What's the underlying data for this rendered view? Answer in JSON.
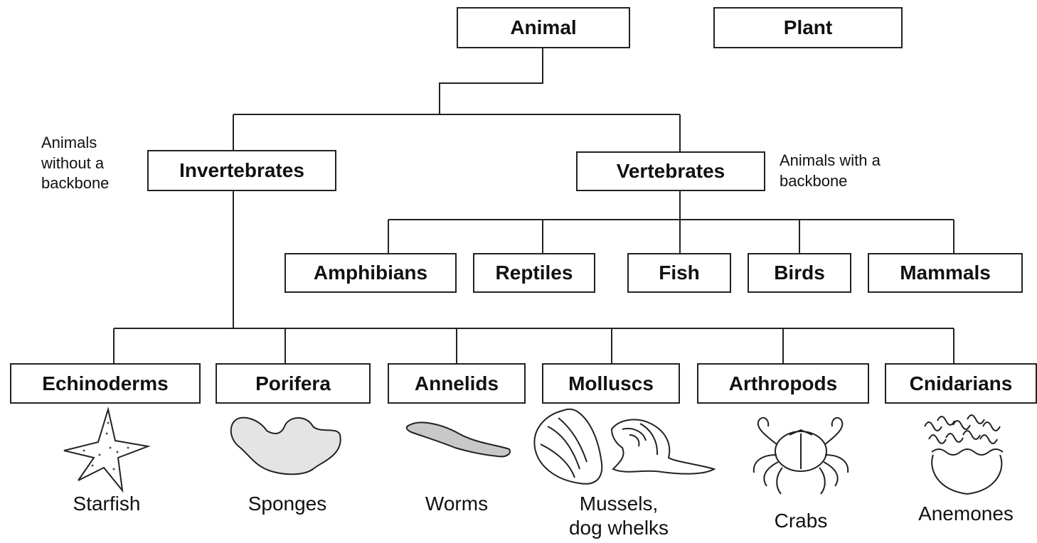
{
  "top": {
    "animal": "Animal",
    "plant": "Plant"
  },
  "level2": {
    "invertebrates": "Invertebrates",
    "vertebrates": "Vertebrates",
    "invertebrates_note": [
      "Animals",
      "without a",
      "backbone"
    ],
    "vertebrates_note": [
      "Animals with a",
      "backbone"
    ]
  },
  "vertebrate_groups": [
    "Amphibians",
    "Reptiles",
    "Fish",
    "Birds",
    "Mammals"
  ],
  "invertebrate_groups": [
    {
      "name": "Echinoderms",
      "example": "Starfish",
      "icon": "starfish-icon"
    },
    {
      "name": "Porifera",
      "example": "Sponges",
      "icon": "sponge-icon"
    },
    {
      "name": "Annelids",
      "example": "Worms",
      "icon": "worm-icon"
    },
    {
      "name": "Molluscs",
      "example": [
        "Mussels,",
        "dog whelks"
      ],
      "icon": "mussel-whelk-icon"
    },
    {
      "name": "Arthropods",
      "example": "Crabs",
      "icon": "crab-icon"
    },
    {
      "name": "Cnidarians",
      "example": "Anemones",
      "icon": "anemone-icon"
    }
  ]
}
